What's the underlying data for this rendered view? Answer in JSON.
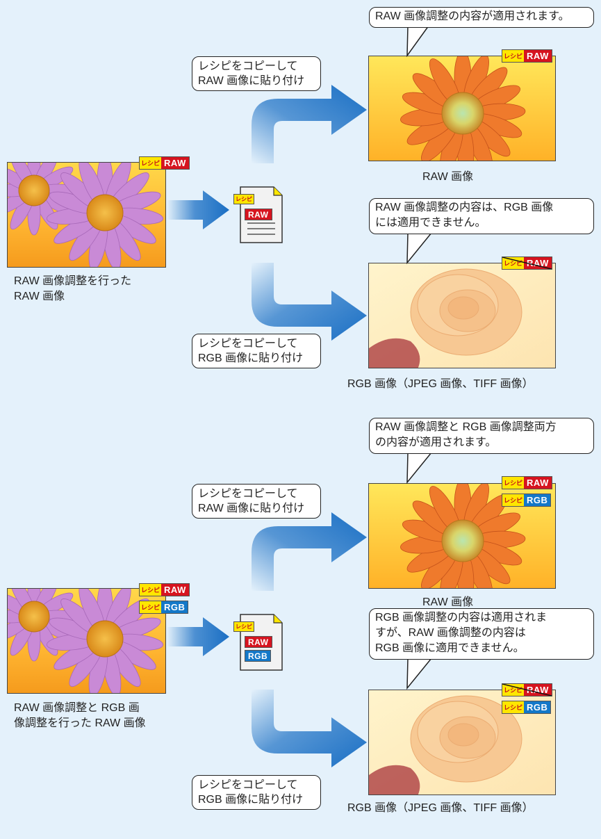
{
  "badges": {
    "recipe": "レシピ",
    "raw": "RAW",
    "rgb": "RGB"
  },
  "section1": {
    "source_caption": "RAW 画像調整を行った\nRAW 画像",
    "note_top": "レシピをコピーして\nRAW 画像に貼り付け",
    "note_bottom": "レシピをコピーして\nRGB 画像に貼り付け",
    "bubble_raw": "RAW 画像調整の内容が適用されます。",
    "bubble_rgb": "RAW 画像調整の内容は、RGB 画像\nには適用できません。",
    "caption_raw": "RAW 画像",
    "caption_rgb": "RGB 画像（JPEG 画像、TIFF 画像）"
  },
  "section2": {
    "source_caption": "RAW 画像調整と RGB 画\n像調整を行った RAW 画像",
    "note_top": "レシピをコピーして\nRAW 画像に貼り付け",
    "note_bottom": "レシピをコピーして\nRGB 画像に貼り付け",
    "bubble_raw": "RAW 画像調整と RGB 画像調整両方\nの内容が適用されます。",
    "bubble_rgb": "RGB 画像調整の内容は適用されま\nすが、RAW 画像調整の内容は\nRGB 画像に適用できません。",
    "caption_raw": "RAW 画像",
    "caption_rgb": "RGB 画像（JPEG 画像、TIFF 画像）"
  },
  "colors": {
    "raw_badge": "#d6141f",
    "rgb_badge": "#1478c8",
    "recipe_badge": "#ffe600",
    "arrow": "#1a6fc4",
    "background": "#e4f1fb"
  }
}
